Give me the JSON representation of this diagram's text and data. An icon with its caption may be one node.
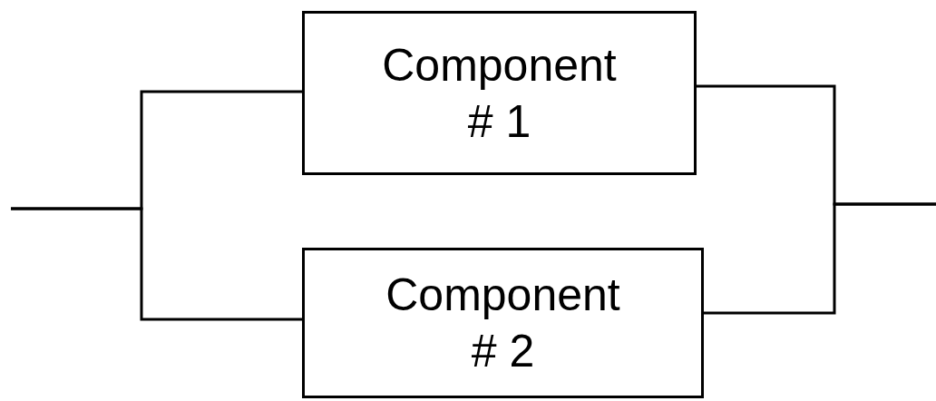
{
  "diagram": {
    "nodes": [
      {
        "text": [
          "Component # 1"
        ]
      },
      {
        "text": [
          "Component # 2"
        ]
      }
    ],
    "edges": [
      {
        "from": null,
        "to": 0,
        "arrow": "none"
      },
      {
        "from": null,
        "to": 1,
        "arrow": "none"
      },
      {
        "from": 0,
        "to": null,
        "arrow": "none"
      },
      {
        "from": 1,
        "to": null,
        "arrow": "none"
      }
    ]
  }
}
